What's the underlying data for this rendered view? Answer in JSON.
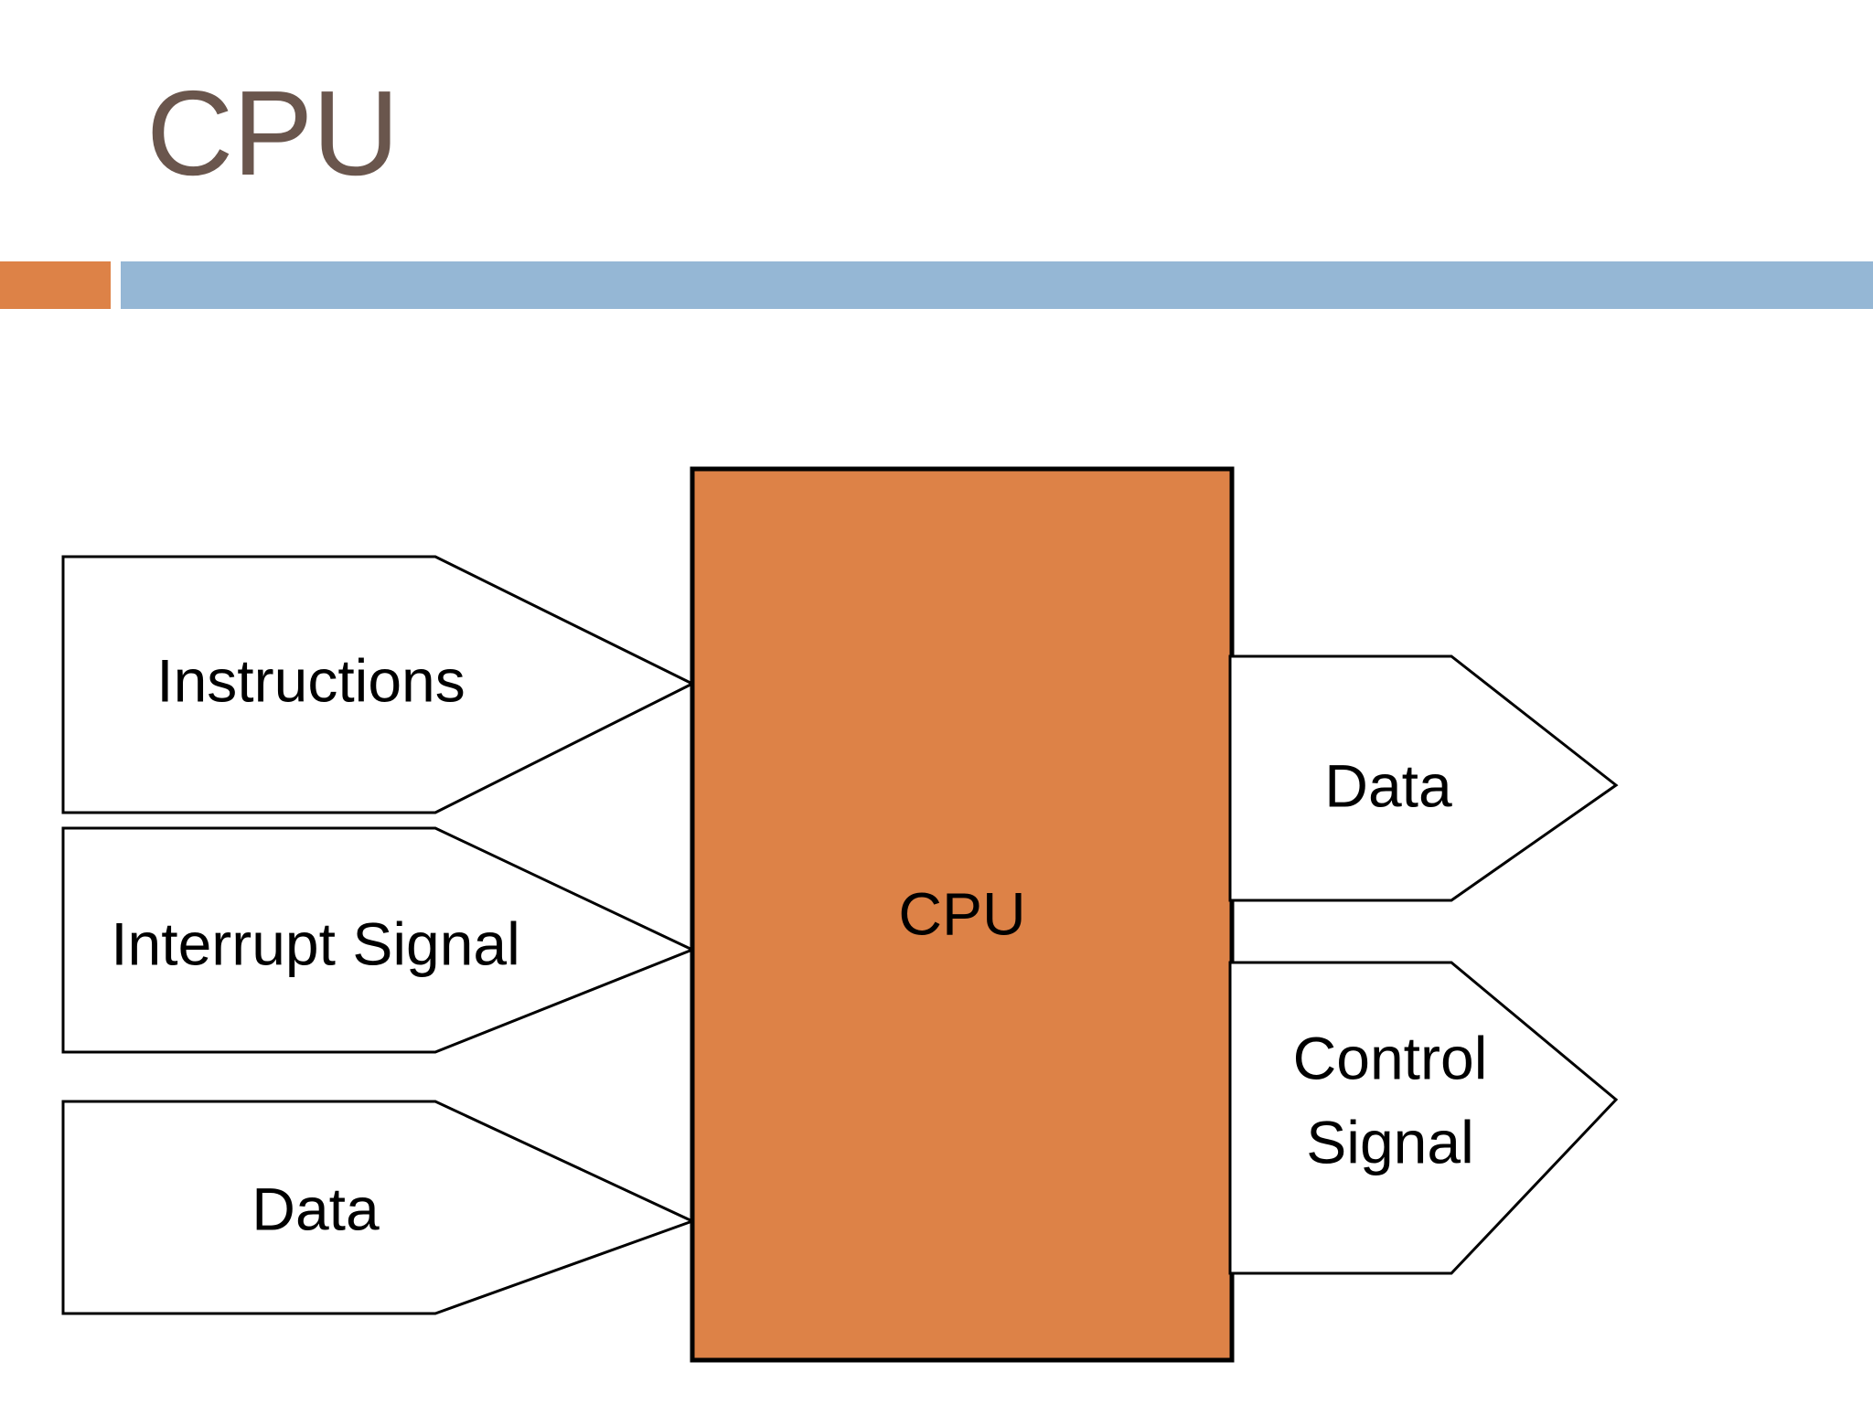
{
  "slide": {
    "title": "CPU",
    "title_color": "#6A564D",
    "background_color": "#FFFFFF"
  },
  "divider": {
    "accent_color": "#DD8247",
    "bar_color": "#95B7D5"
  },
  "diagram": {
    "type": "block-diagram",
    "center_block": {
      "label": "CPU",
      "fill_color": "#DD8247",
      "border_color": "#000000"
    },
    "inputs": [
      {
        "label": "Instructions",
        "direction": "right"
      },
      {
        "label": "Interrupt Signal",
        "direction": "right"
      },
      {
        "label": "Data",
        "direction": "right"
      }
    ],
    "outputs": [
      {
        "label": "Data",
        "direction": "right"
      },
      {
        "label_line1": "Control",
        "label_line2": "Signal",
        "direction": "right"
      }
    ]
  }
}
